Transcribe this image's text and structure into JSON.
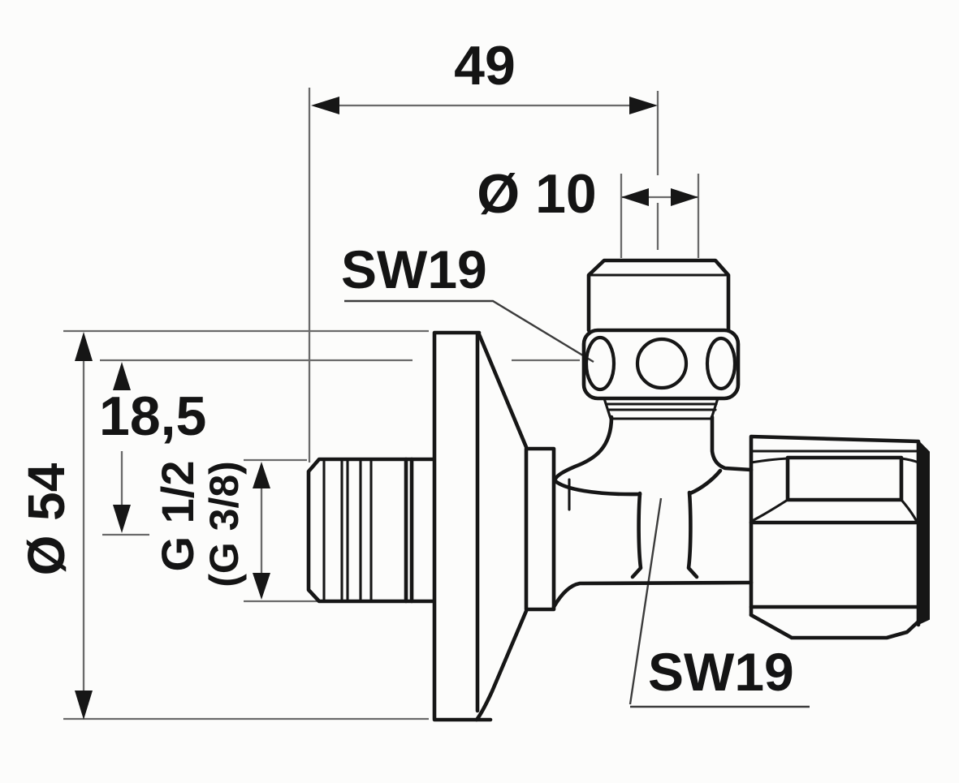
{
  "title": "Angle valve dimensional drawing",
  "drawing": {
    "labels": {
      "dim_width": "49",
      "dim_pipe_diameter": "Ø 10",
      "wrench_top": "SW19",
      "dim_offset": "18,5",
      "dim_plate_diameter": "Ø 54",
      "thread_primary": "G 1/2",
      "thread_alt": "(G 3/8)",
      "wrench_bottom": "SW19"
    },
    "colors": {
      "outline": "#161616",
      "dimension": "#6a6a6a",
      "leader": "#3c3c3c",
      "background": "#fcfcfb",
      "text": "#141414"
    }
  }
}
